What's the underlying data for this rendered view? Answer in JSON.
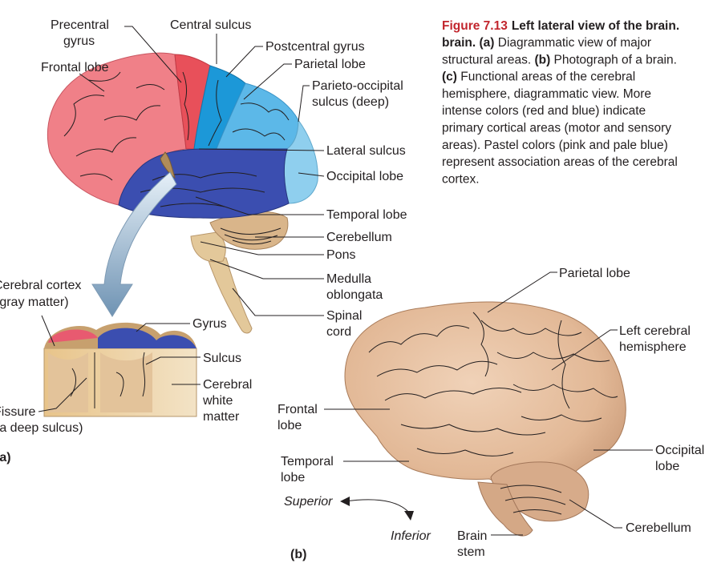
{
  "caption": {
    "figure_number": "Figure 7.13",
    "title": "Left lateral view of the brain.",
    "lines": [
      [
        {
          "t": "brain. ",
          "b": true
        },
        {
          "t": "(a)",
          "b": true
        },
        {
          "t": " Diagrammatic view of major",
          "b": false
        }
      ],
      [
        {
          "t": "structural areas. ",
          "b": false
        },
        {
          "t": "(b)",
          "b": true
        },
        {
          "t": " Photograph of a brain.",
          "b": false
        }
      ],
      [
        {
          "t": "(c)",
          "b": true
        },
        {
          "t": " Functional areas of the cerebral",
          "b": false
        }
      ],
      [
        {
          "t": "hemisphere, diagrammatic view. More",
          "b": false
        }
      ],
      [
        {
          "t": "intense colors (red and blue) indicate",
          "b": false
        }
      ],
      [
        {
          "t": "primary cortical areas (motor and sensory",
          "b": false
        }
      ],
      [
        {
          "t": "areas). Pastel colors (pink and pale blue)",
          "b": false
        }
      ],
      [
        {
          "t": "represent association areas of the cerebral",
          "b": false
        }
      ],
      [
        {
          "t": "cortex.",
          "b": false
        }
      ]
    ]
  },
  "diagram_a": {
    "panel_label": "(a)",
    "labels": {
      "precentral_gyrus_1": "Precentral",
      "precentral_gyrus_2": "gyrus",
      "central_sulcus": "Central sulcus",
      "frontal_lobe": "Frontal lobe",
      "postcentral_gyrus": "Postcentral gyrus",
      "parietal_lobe": "Parietal lobe",
      "parieto_occipital_1": "Parieto-occipital",
      "parieto_occipital_2": "sulcus (deep)",
      "lateral_sulcus": "Lateral sulcus",
      "occipital_lobe": "Occipital lobe",
      "temporal_lobe": "Temporal lobe",
      "cerebellum": "Cerebellum",
      "pons": "Pons",
      "medulla_1": "Medulla",
      "medulla_2": "oblongata",
      "spinal_cord_1": "Spinal",
      "spinal_cord_2": "cord",
      "cerebral_cortex_1": "Cerebral cortex",
      "cerebral_cortex_2": "(gray matter)",
      "gyrus": "Gyrus",
      "sulcus": "Sulcus",
      "white_matter_1": "Cerebral",
      "white_matter_2": "white",
      "white_matter_3": "matter",
      "fissure_1": "Fissure",
      "fissure_2": "(a deep sulcus)"
    }
  },
  "photo_b": {
    "panel_label": "(b)",
    "labels": {
      "parietal_lobe": "Parietal lobe",
      "left_hemisphere_1": "Left cerebral",
      "left_hemisphere_2": "hemisphere",
      "frontal_lobe_1": "Frontal",
      "frontal_lobe_2": "lobe",
      "temporal_lobe_1": "Temporal",
      "temporal_lobe_2": "lobe",
      "occipital_lobe_1": "Occipital",
      "occipital_lobe_2": "lobe",
      "cerebellum": "Cerebellum",
      "brain_stem_1": "Brain",
      "brain_stem_2": "stem",
      "superior": "Superior",
      "inferior": "Inferior"
    }
  },
  "colors": {
    "caption_red": "#c2262e",
    "frontal_pink": "#f08088",
    "precentral_red": "#e8505a",
    "postcentral_blue": "#1c98d8",
    "parietal_blue": "#5cb8e8",
    "occipital_pale_blue": "#8fcfee",
    "temporal_dark_blue": "#3b4eb0",
    "cerebellum_tan": "#d9b58a",
    "brainstem_tan": "#e3c89a",
    "photo_brain": "#e8c4a8"
  }
}
